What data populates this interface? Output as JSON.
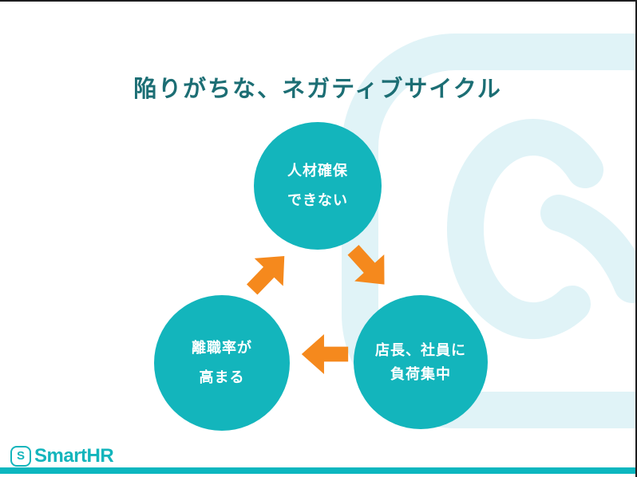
{
  "slide": {
    "title": "陥りがちな、ネガティブサイクル",
    "cycle": {
      "nodes": [
        {
          "id": "talent-shortage",
          "position": "top",
          "lines": [
            "人材確保",
            "できない"
          ]
        },
        {
          "id": "load-concentration",
          "position": "bottom-right",
          "lines": [
            "店長、社員に",
            "負荷集中"
          ]
        },
        {
          "id": "turnover-rise",
          "position": "bottom-left",
          "lines": [
            "離職率が",
            "高まる"
          ]
        }
      ],
      "arrows": [
        {
          "from": "talent-shortage",
          "to": "load-concentration",
          "direction": "down-right"
        },
        {
          "from": "load-concentration",
          "to": "turnover-rise",
          "direction": "left"
        },
        {
          "from": "turnover-rise",
          "to": "talent-shortage",
          "direction": "up-right"
        }
      ]
    },
    "footer": {
      "logo_mark": "S",
      "logo_text": "SmartHR"
    },
    "colors": {
      "accent_teal": "#13B5BC",
      "footer_bar_teal": "#0CB6BF",
      "title_teal": "#1C6E74",
      "arrow_orange": "#F5891D",
      "watermark_teal": "#E0F3F7",
      "circle_text": "#FFFFFF"
    }
  }
}
